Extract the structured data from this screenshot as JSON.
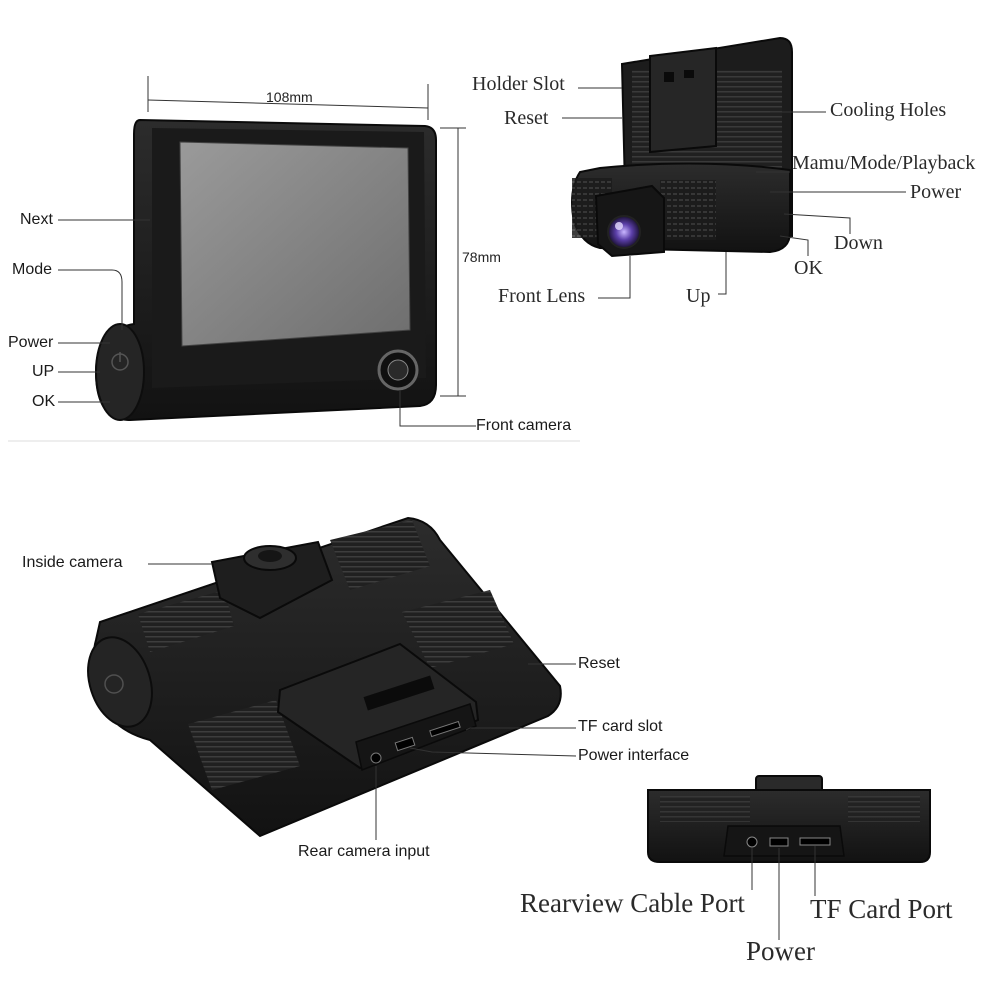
{
  "panel_front": {
    "width_label": "108mm",
    "height_label": "78mm",
    "next": "Next",
    "mode": "Mode",
    "power": "Power",
    "up": "UP",
    "ok": "OK",
    "front_camera": "Front camera"
  },
  "panel_back": {
    "holder_slot": "Holder Slot",
    "reset": "Reset",
    "cooling_holes": "Cooling Holes",
    "menu_mode_playback": "Mamu/Mode/Playback",
    "power": "Power",
    "down": "Down",
    "ok": "OK",
    "front_lens": "Front Lens",
    "up": "Up"
  },
  "panel_top": {
    "inside_camera": "Inside camera",
    "reset": "Reset",
    "tf_card_slot": "TF card slot",
    "power_interface": "Power interface",
    "rear_camera_input": "Rear camera input"
  },
  "panel_ports": {
    "rearview_cable_port": "Rearview Cable Port",
    "tf_card_port": "TF Card Port",
    "power": "Power"
  },
  "colors": {
    "device_body": "#1e1e1e",
    "screen": "#8a8a8a",
    "lens": "#5b3fa8"
  }
}
